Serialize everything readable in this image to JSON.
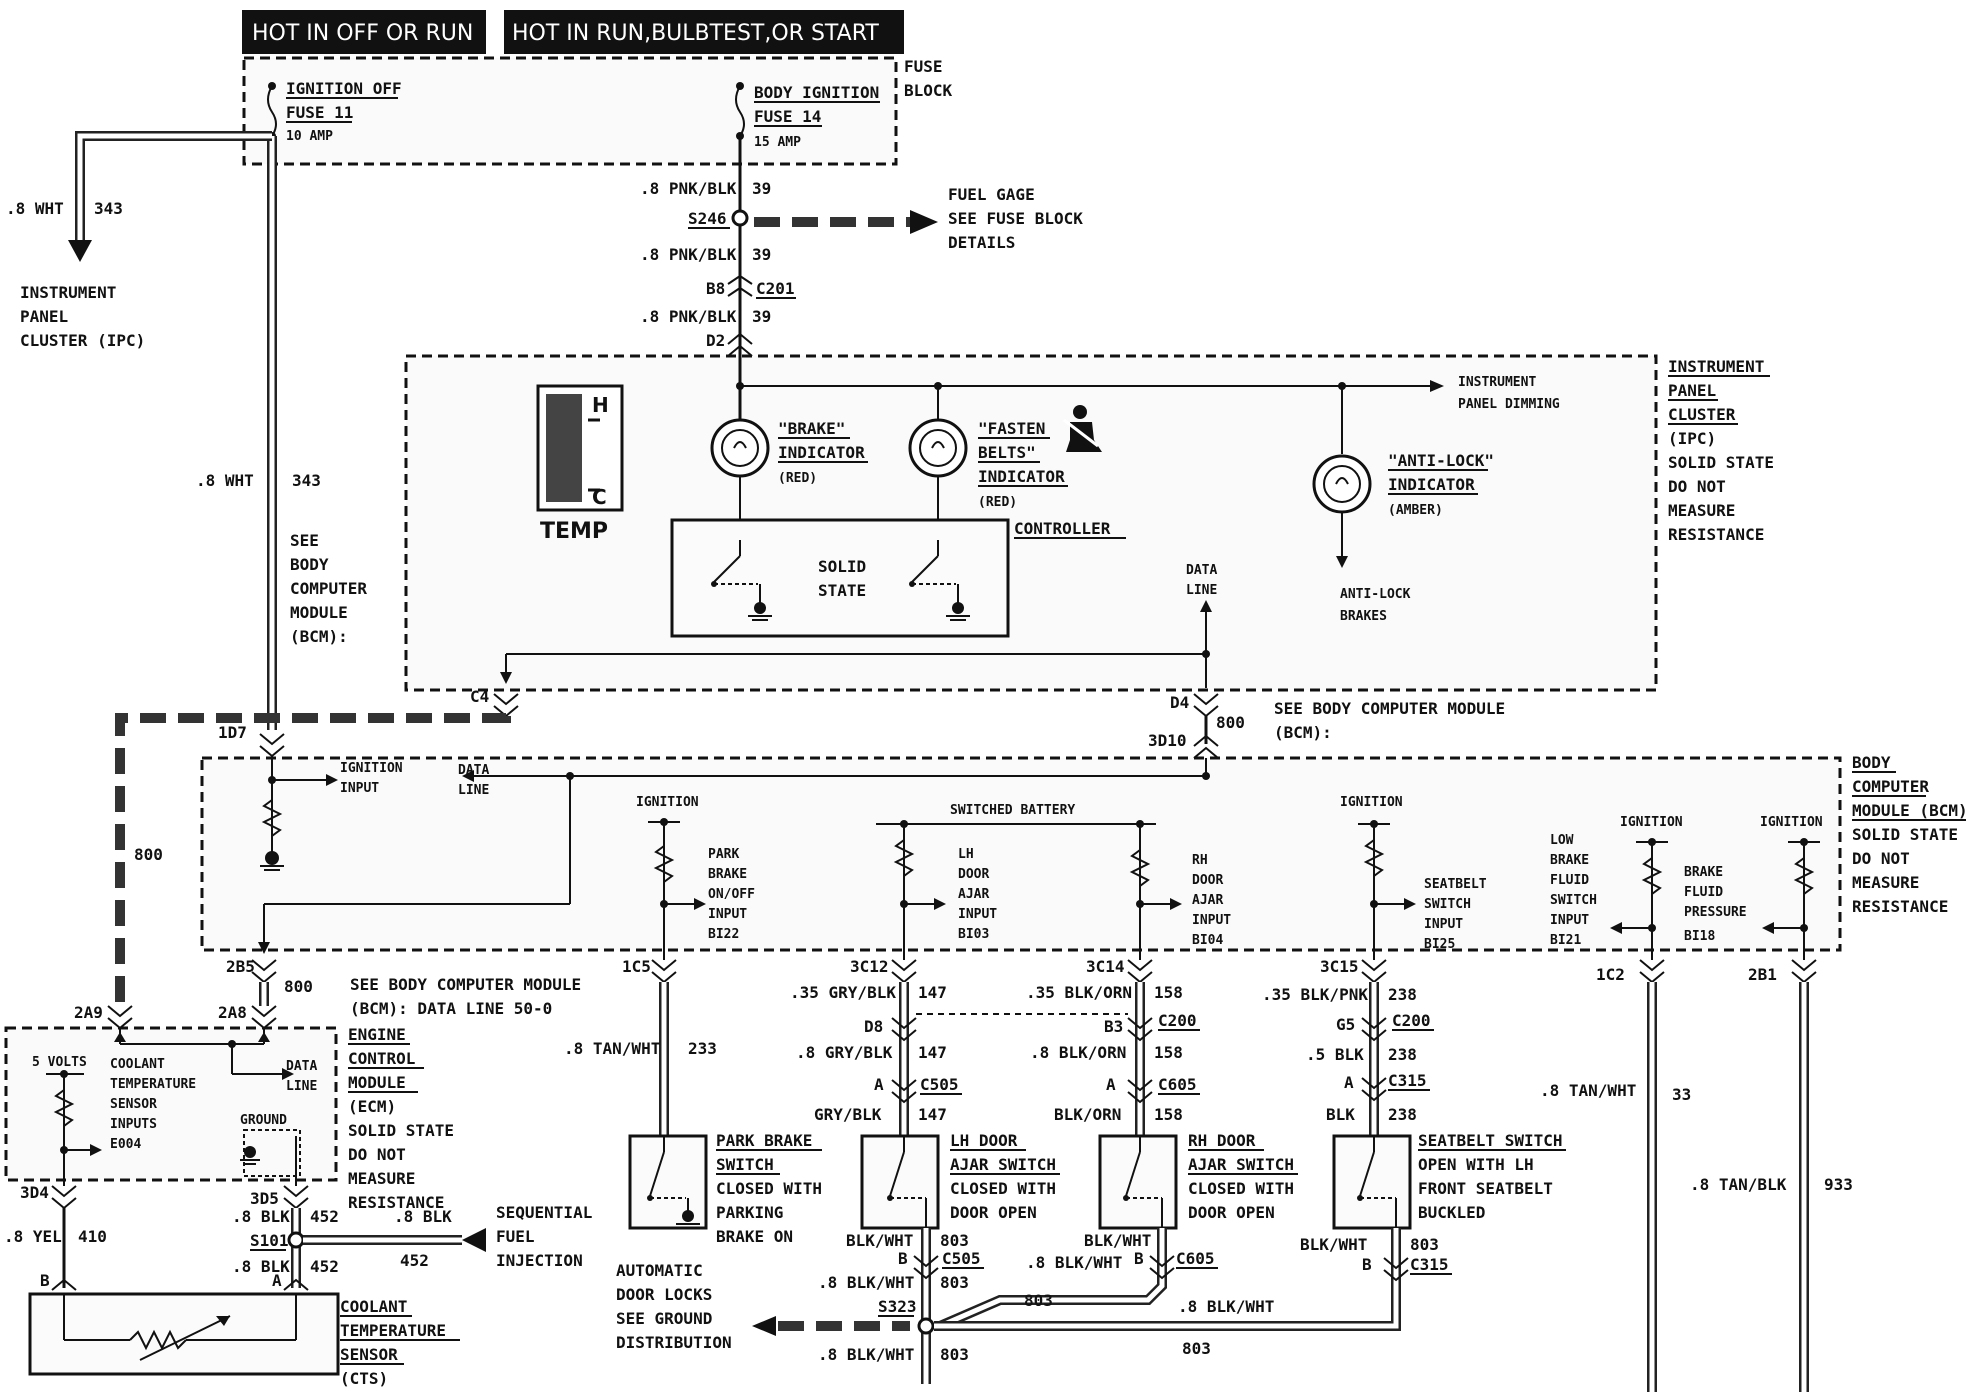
{
  "header": {
    "hot1": "HOT IN OFF OR RUN",
    "hot2": "HOT IN RUN,BULBTEST,OR START"
  },
  "fuse_block": {
    "label1": "FUSE",
    "label2": "BLOCK",
    "fuse11_l1": "IGNITION OFF",
    "fuse11_l2": "FUSE 11",
    "fuse11_amp": "10 AMP",
    "fuse14_l1": "BODY IGNITION",
    "fuse14_l2": "FUSE 14",
    "fuse14_amp": "15 AMP"
  },
  "left_feed": {
    "wire": ".8 WHT",
    "num": "343",
    "ipc1": "INSTRUMENT",
    "ipc2": "PANEL",
    "ipc3": "CLUSTER (IPC)",
    "wire2": ".8 WHT",
    "num2": "343",
    "see1": "SEE",
    "see2": "BODY",
    "see3": "COMPUTER",
    "see4": "MODULE",
    "see5": "(BCM):"
  },
  "top_center": {
    "w1": ".8 PNK/BLK",
    "n1": "39",
    "s246": "S246",
    "fuel1": "FUEL GAGE",
    "fuel2": "SEE FUSE BLOCK",
    "fuel3": "DETAILS",
    "w2": ".8 PNK/BLK",
    "n2": "39",
    "b8": "B8",
    "c201": "C201",
    "w3": ".8 PNK/BLK",
    "n3": "39",
    "d2": "D2"
  },
  "ipc": {
    "label1": "INSTRUMENT",
    "label2": "PANEL",
    "label3": "CLUSTER",
    "label4": "(IPC)",
    "label5": "SOLID STATE",
    "label6": "DO NOT",
    "label7": "MEASURE",
    "label8": "RESISTANCE",
    "temp": "TEMP",
    "h": "H",
    "c": "C",
    "brake1": "\"BRAKE\"",
    "brake2": "INDICATOR",
    "brake3": "(RED)",
    "fasten1": "\"FASTEN",
    "fasten2": "BELTS\"",
    "fasten3": "INDICATOR",
    "fasten4": "(RED)",
    "antilock1": "\"ANTI-LOCK\"",
    "antilock2": "INDICATOR",
    "antilock3": "(AMBER)",
    "dimming1": "INSTRUMENT",
    "dimming2": "PANEL DIMMING",
    "controller": "CONTROLLER",
    "solid1": "SOLID",
    "solid2": "STATE",
    "data1": "DATA",
    "data2": "LINE",
    "anti_brakes1": "ANTI-LOCK",
    "anti_brakes2": "BRAKES",
    "c4": "C4",
    "d4": "D4",
    "see_bcm1": "SEE BODY COMPUTER MODULE",
    "see_bcm2": "(BCM):"
  },
  "bcm": {
    "label1": "BODY",
    "label2": "COMPUTER",
    "label3": "MODULE (BCM)",
    "label4": "SOLID STATE",
    "label5": "DO NOT",
    "label6": "MEASURE",
    "label7": "RESISTANCE",
    "id7": "1D7",
    "d310": "3D10",
    "w800": "800",
    "ign_input1": "IGNITION",
    "ign_input2": "INPUT",
    "data1": "DATA",
    "data2": "LINE",
    "w800b": "800",
    "ignition": "IGNITION",
    "park1": "PARK",
    "park2": "BRAKE",
    "park3": "ON/OFF",
    "park4": "INPUT",
    "park5": "BI22",
    "switched": "SWITCHED BATTERY",
    "lh1": "LH",
    "lh2": "DOOR",
    "lh3": "AJAR",
    "lh4": "INPUT",
    "lh5": "BI03",
    "rh1": "RH",
    "rh2": "DOOR",
    "rh3": "AJAR",
    "rh4": "INPUT",
    "rh5": "BI04",
    "ignition2": "IGNITION",
    "seat1": "SEATBELT",
    "seat2": "SWITCH",
    "seat3": "INPUT",
    "seat4": "BI25",
    "low1": "LOW",
    "low2": "BRAKE",
    "low3": "FLUID",
    "low4": "SWITCH",
    "low5": "INPUT",
    "low6": "BI21",
    "ignition3": "IGNITION",
    "ignition4": "IGNITION",
    "bfp1": "BRAKE",
    "bfp2": "FLUID",
    "bfp3": "PRESSURE",
    "bfp4": "BI18",
    "c2b5": "2B5",
    "c800": "800",
    "c1c5": "1C5",
    "c3c12": "3C12",
    "c3c14": "3C14",
    "c3c15": "3C15",
    "c1c2": "1C2",
    "c2b1": "2B1"
  },
  "ecm": {
    "see1": "SEE BODY COMPUTER MODULE",
    "see2": "(BCM): DATA LINE 50-0",
    "label1": "ENGINE",
    "label2": "CONTROL",
    "label3": "MODULE",
    "label4": "(ECM)",
    "label5": "SOLID STATE",
    "label6": "DO NOT",
    "label7": "MEASURE",
    "label8": "RESISTANCE",
    "c2a9": "2A9",
    "c2a8": "2A8",
    "five": "5 VOLTS",
    "cool1": "COOLANT",
    "cool2": "TEMPERATURE",
    "cool3": "SENSOR",
    "cool4": "INPUTS",
    "cool5": "E004",
    "data1": "DATA",
    "data2": "LINE",
    "ground": "GROUND",
    "c3d4": "3D4",
    "c3d5": "3D5",
    "w_yel": ".8 YEL",
    "n410": "410",
    "w_blk1": ".8 BLK",
    "n452a": "452",
    "s101": "S101",
    "w_blk2": ".8 BLK",
    "n452b": "452",
    "w_blk3": ".8 BLK",
    "n452c": "452",
    "seq1": "SEQUENTIAL",
    "seq2": "FUEL",
    "seq3": "INJECTION",
    "b": "B",
    "a": "A",
    "w800": "800",
    "cts1": "COOLANT",
    "cts2": "TEMPERATURE",
    "cts3": "SENSOR",
    "cts4": "(CTS)"
  },
  "park_brake": {
    "wire": ".8 TAN/WHT",
    "num": "233",
    "l1": "PARK BRAKE",
    "l2": "SWITCH",
    "l3": "CLOSED WITH",
    "l4": "PARKING",
    "l5": "BRAKE ON",
    "auto1": "AUTOMATIC",
    "auto2": "DOOR LOCKS",
    "auto3": "SEE GROUND",
    "auto4": "DISTRIBUTION"
  },
  "lh_door": {
    "w1": ".35 GRY/BLK",
    "n1": "147",
    "d8": "D8",
    "w2": ".8 GRY/BLK",
    "n2": "147",
    "a": "A",
    "c505": "C505",
    "w3": "GRY/BLK",
    "n3": "147",
    "l1": "LH DOOR",
    "l2": "AJAR SWITCH",
    "l3": "CLOSED WITH",
    "l4": "DOOR OPEN",
    "w4": "BLK/WHT",
    "n4": "803",
    "b": "B",
    "c505b": "C505",
    "n5": "803",
    "w5": ".8 BLK/WHT",
    "s323": "S323",
    "w6": ".8 BLK/WHT",
    "n6": "803"
  },
  "rh_door": {
    "w1": ".35 BLK/ORN",
    "n1": "158",
    "b3": "B3",
    "c200": "C200",
    "w2": ".8 BLK/ORN",
    "n2": "158",
    "a": "A",
    "c605": "C605",
    "w3": "BLK/ORN",
    "n3": "158",
    "l1": "RH DOOR",
    "l2": "AJAR SWITCH",
    "l3": "CLOSED WITH",
    "l4": "DOOR OPEN",
    "w4": "BLK/WHT",
    "w5": ".8 BLK/WHT",
    "b": "B",
    "c605b": "C605",
    "n5": "803",
    "n6": "803",
    "w6": ".8 BLK/WHT"
  },
  "seatbelt": {
    "w1": ".35 BLK/PNK",
    "n1": "238",
    "g5": "G5",
    "c200": "C200",
    "w2": ".5 BLK",
    "n2": "238",
    "a": "A",
    "c315": "C315",
    "w3": "BLK",
    "n3": "238",
    "l1": "SEATBELT SWITCH",
    "l2": "OPEN WITH LH",
    "l3": "FRONT SEATBELT",
    "l4": "BUCKLED",
    "w4": "BLK/WHT",
    "n4": "803",
    "b": "B",
    "c315b": "C315"
  },
  "right_wires": {
    "w1": ".8 TAN/WHT",
    "n1": "33",
    "w2": ".8 TAN/BLK",
    "n2": "933"
  }
}
